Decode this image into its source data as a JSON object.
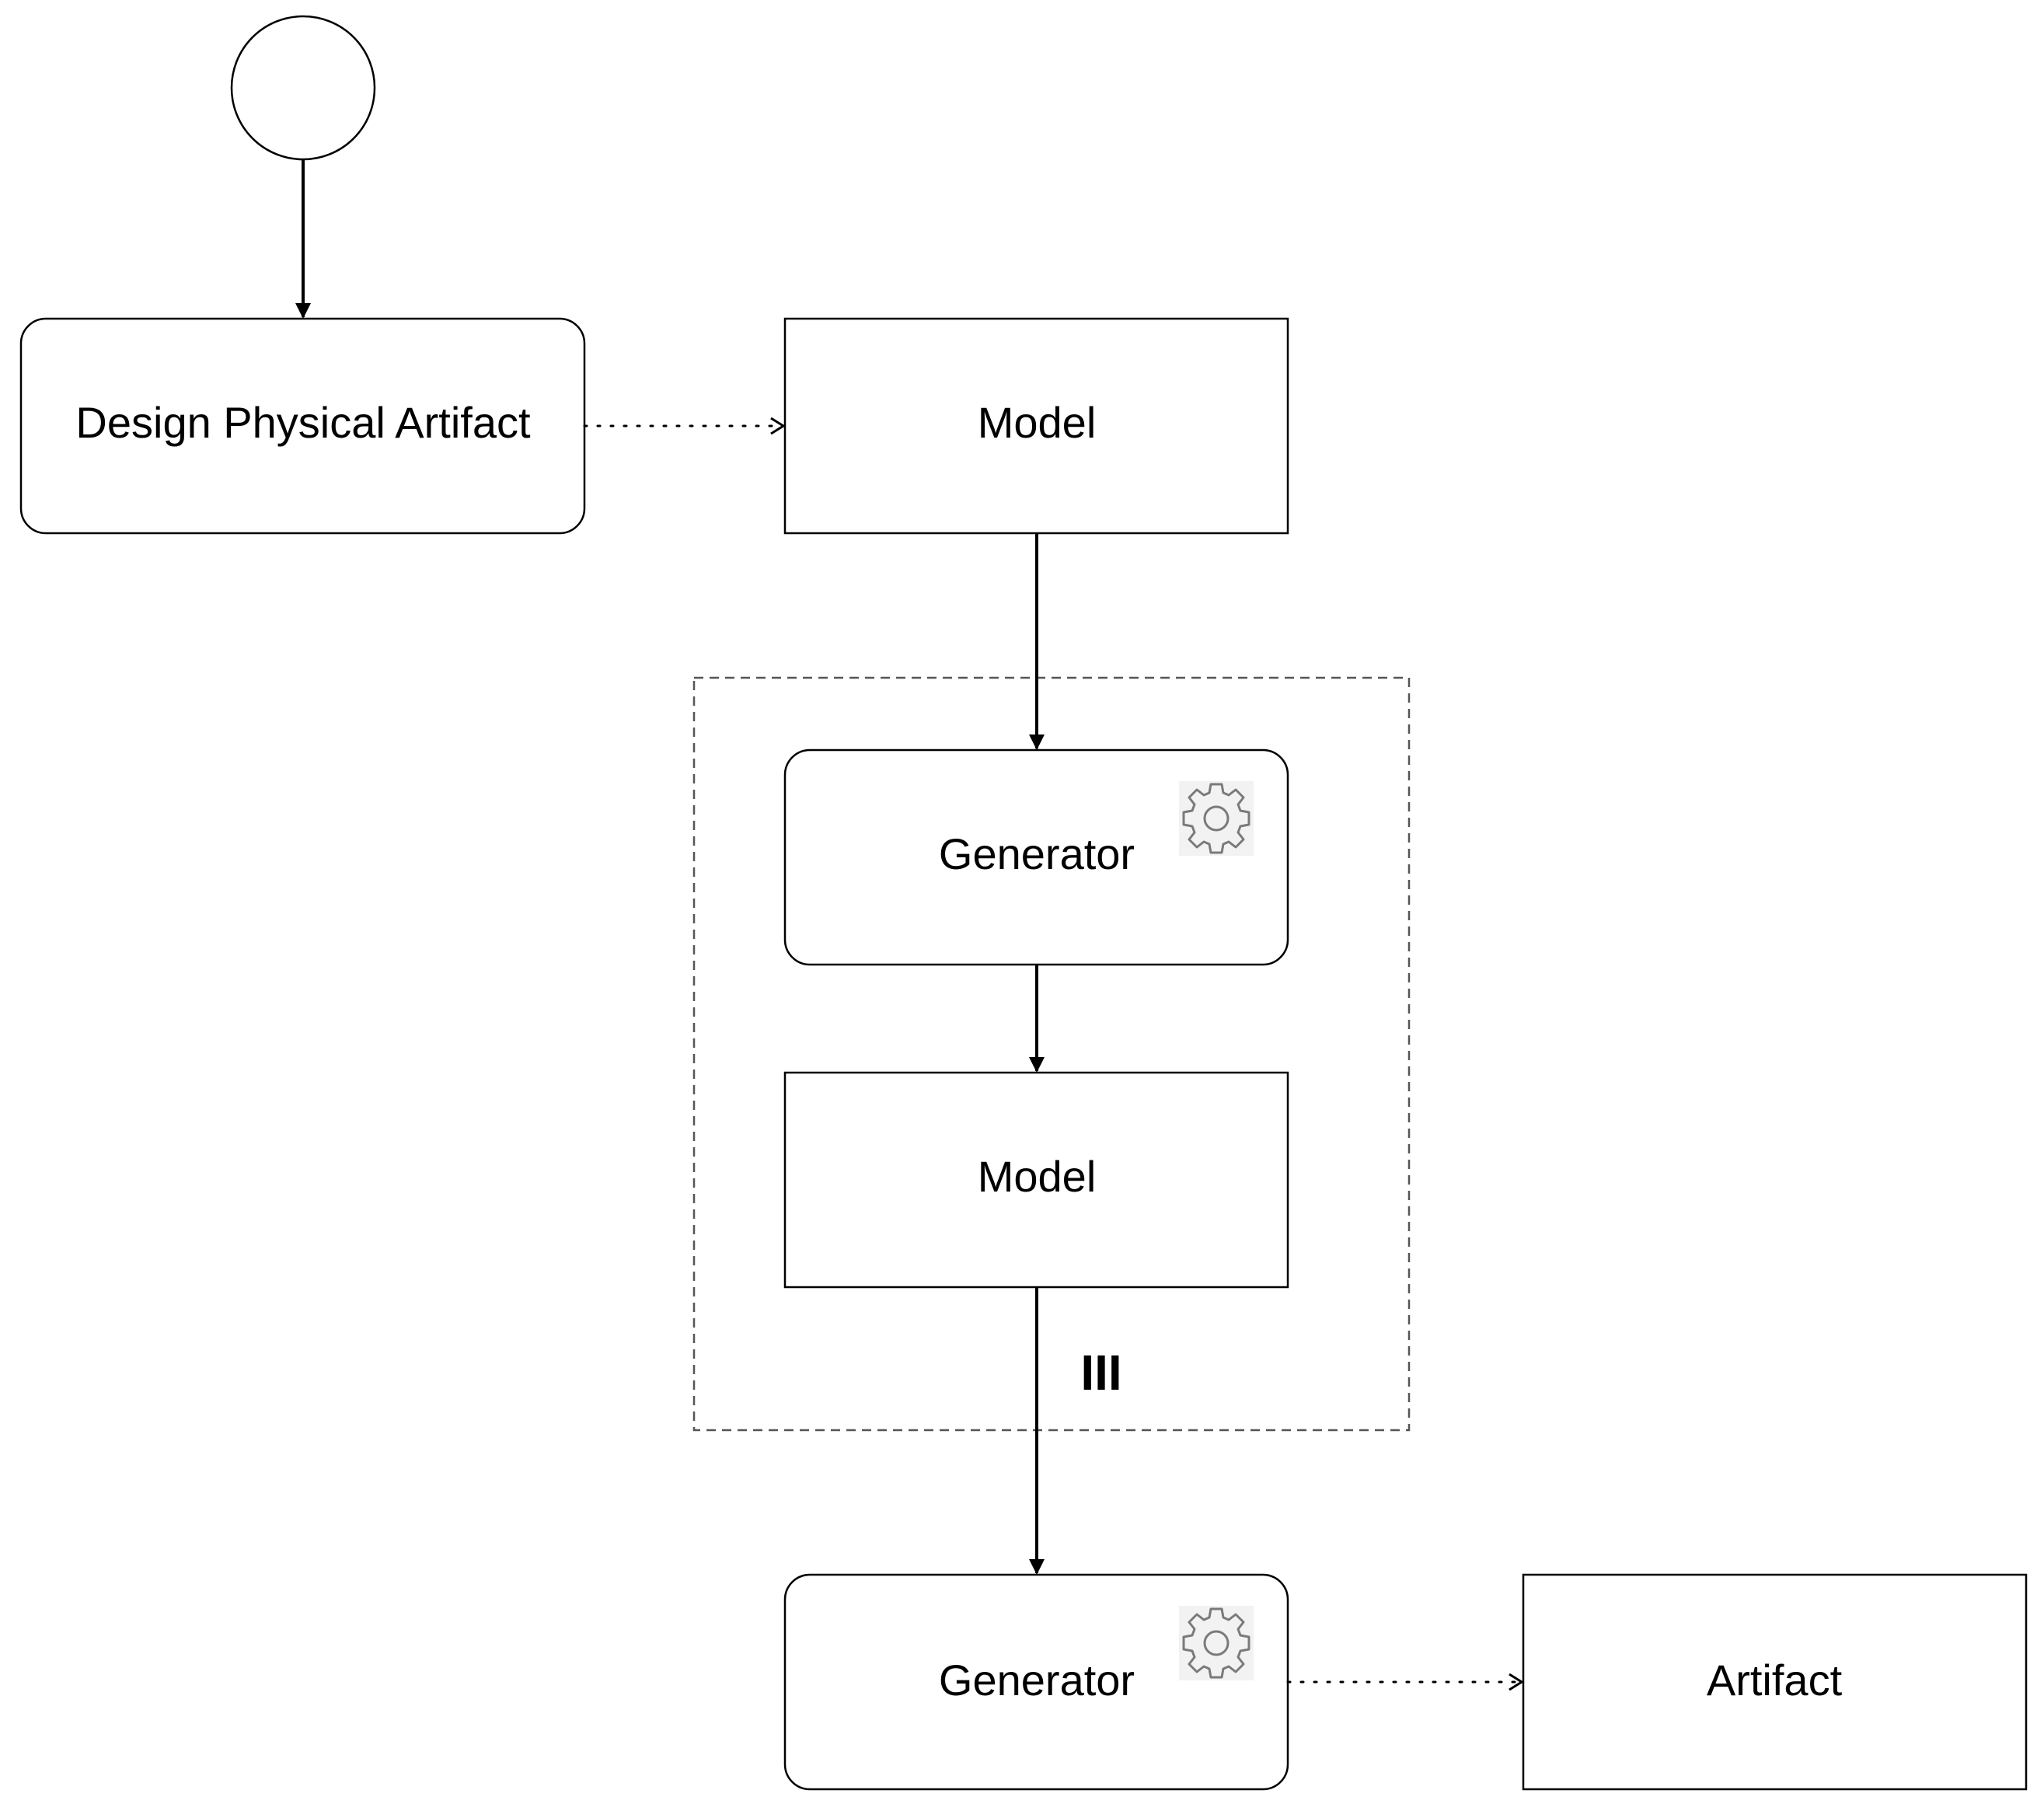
{
  "diagram": {
    "type": "process-flow",
    "nodes": {
      "start_event": {
        "kind": "start-event"
      },
      "design_task": {
        "kind": "task",
        "label": "Design Physical Artifact"
      },
      "model_top": {
        "kind": "data-object",
        "label": "Model"
      },
      "generator_inner": {
        "kind": "service-task",
        "label": "Generator",
        "icon": "gear-icon"
      },
      "model_inner": {
        "kind": "data-object",
        "label": "Model"
      },
      "generator_bottom": {
        "kind": "service-task",
        "label": "Generator",
        "icon": "gear-icon"
      },
      "artifact": {
        "kind": "data-object",
        "label": "Artifact"
      }
    },
    "loop_group": {
      "kind": "multi-instance-group",
      "marker": "III"
    },
    "edges": [
      {
        "from": "start_event",
        "to": "design_task",
        "style": "solid"
      },
      {
        "from": "design_task",
        "to": "model_top",
        "style": "dotted"
      },
      {
        "from": "model_top",
        "to": "generator_inner",
        "style": "solid"
      },
      {
        "from": "generator_inner",
        "to": "model_inner",
        "style": "solid"
      },
      {
        "from": "model_inner",
        "to": "generator_bottom",
        "style": "solid"
      },
      {
        "from": "generator_bottom",
        "to": "artifact",
        "style": "dotted"
      }
    ],
    "colors": {
      "stroke": "#000000",
      "group_stroke": "#555555",
      "gear": "#7a7a7a",
      "gear_background": "#f2f2f2"
    }
  }
}
